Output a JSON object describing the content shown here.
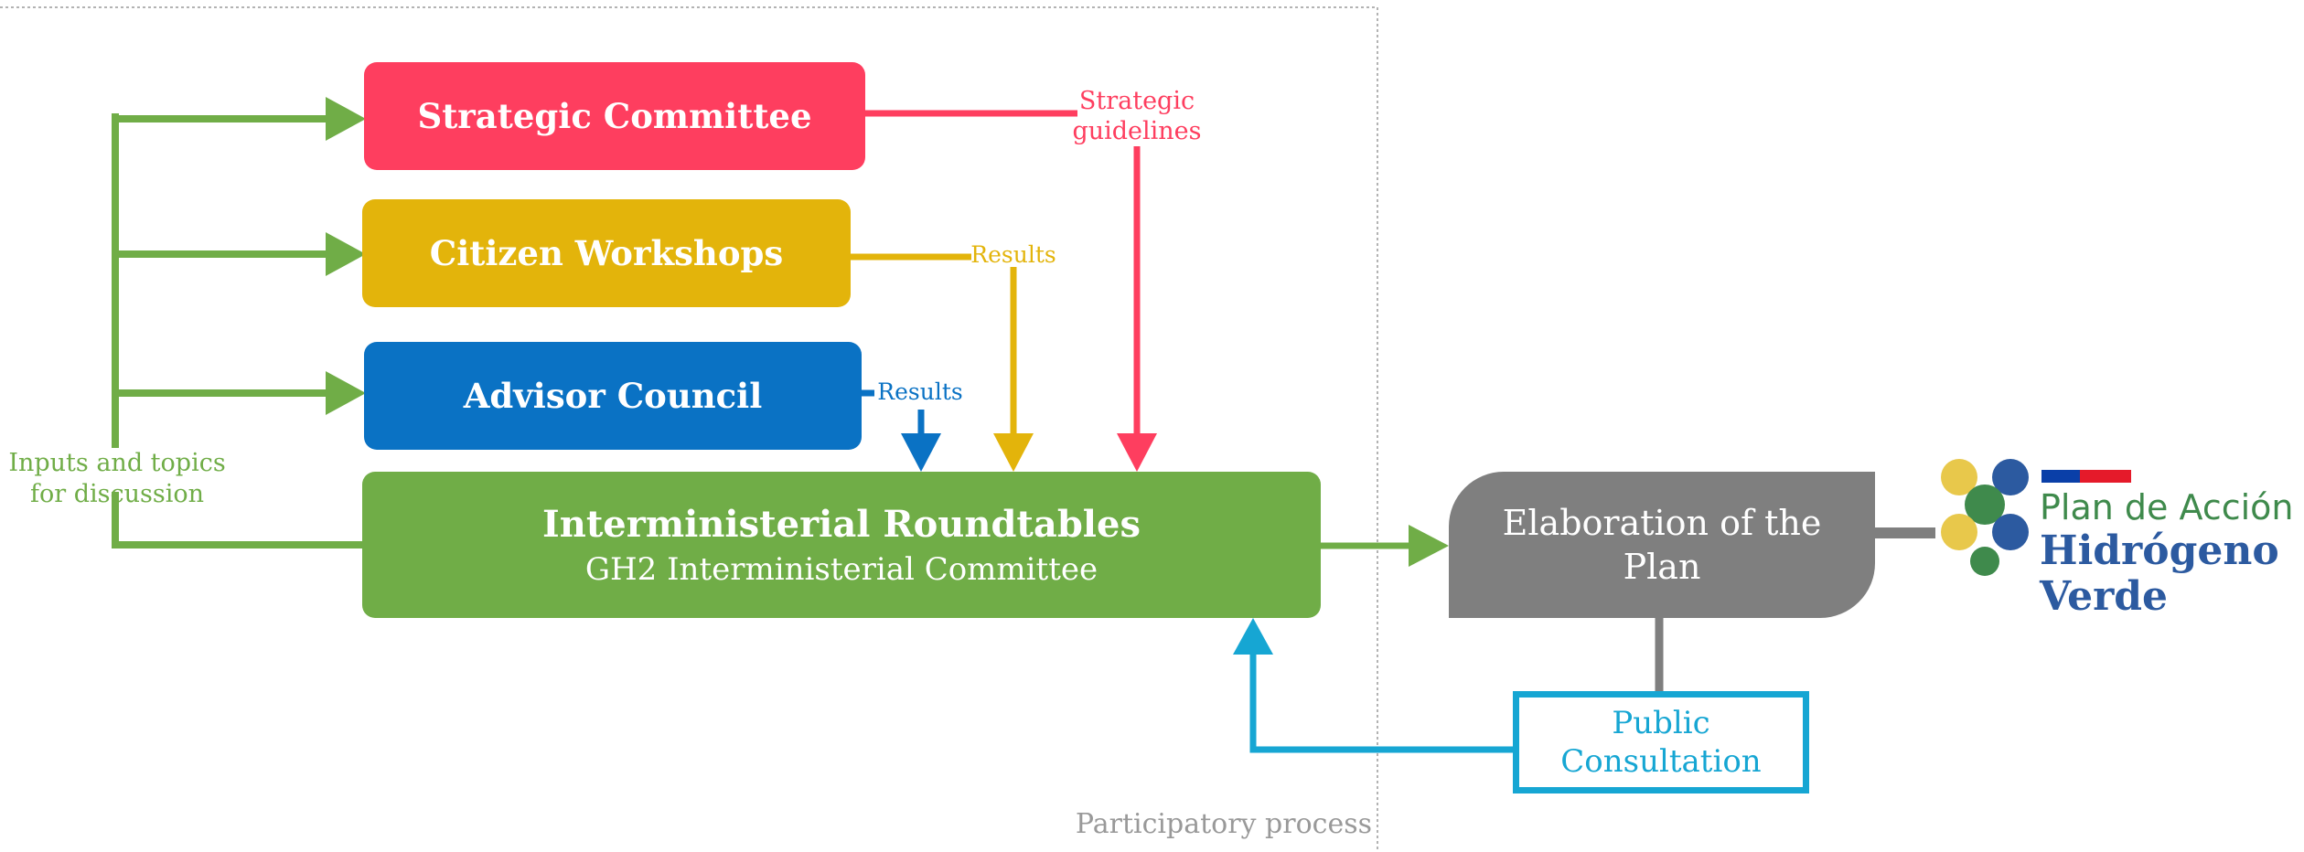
{
  "colors": {
    "green": "#70ad47",
    "red": "#fe3e5f",
    "yellow": "#e3b40b",
    "blue": "#0a72c4",
    "gray": "#7f7f7f",
    "cyan": "#16a6d3",
    "dashed_border": "#9a9a9a"
  },
  "boxes": {
    "strategic_committee": "Strategic Committee",
    "citizen_workshops": "Citizen Workshops",
    "advisor_council": "Advisor Council",
    "interministerial_title": "Interministerial Roundtables",
    "interministerial_subtitle": "GH2 Interministerial Committee",
    "elaboration_line1": "Elaboration of the",
    "elaboration_line2": "Plan",
    "public_line1": "Public",
    "public_line2": "Consultation"
  },
  "labels": {
    "strategic_guidelines_line1": "Strategic",
    "strategic_guidelines_line2": "guidelines",
    "results_yellow": "Results",
    "results_blue": "Results",
    "inputs_line1": "Inputs and topics",
    "inputs_line2": "for discussion",
    "participatory_process": "Participatory process"
  },
  "logo": {
    "line1": "Plan de Acción",
    "line2": "Hidrógeno",
    "line3": "Verde",
    "flag_blue": "#0a3fa8",
    "flag_red": "#e51a2a",
    "dot_yellow": "#e8c84b",
    "dot_blue": "#2c5aa0",
    "dot_green": "#3f8a4c"
  }
}
